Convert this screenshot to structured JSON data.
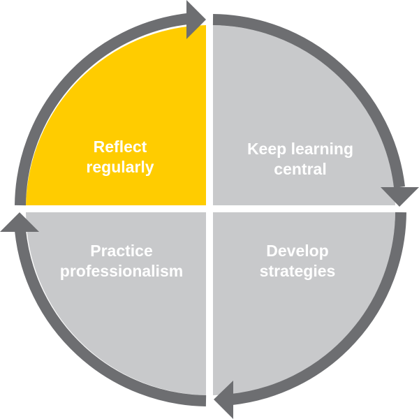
{
  "diagram": {
    "type": "cycle",
    "colors": {
      "highlight": "#FFCC00",
      "segment": "#C8C9CB",
      "arrow": "#6D6E71",
      "text": "#FFFFFF",
      "background": "#FFFFFF"
    },
    "segments": [
      {
        "position": "top-left",
        "line1": "Reflect",
        "line2": "regularly",
        "highlighted": true
      },
      {
        "position": "top-right",
        "line1": "Keep learning",
        "line2": "central",
        "highlighted": false
      },
      {
        "position": "bottom-right",
        "line1": "Develop",
        "line2": "strategies",
        "highlighted": false
      },
      {
        "position": "bottom-left",
        "line1": "Practice",
        "line2": "professionalism",
        "highlighted": false
      }
    ],
    "flow_direction": "clockwise"
  }
}
